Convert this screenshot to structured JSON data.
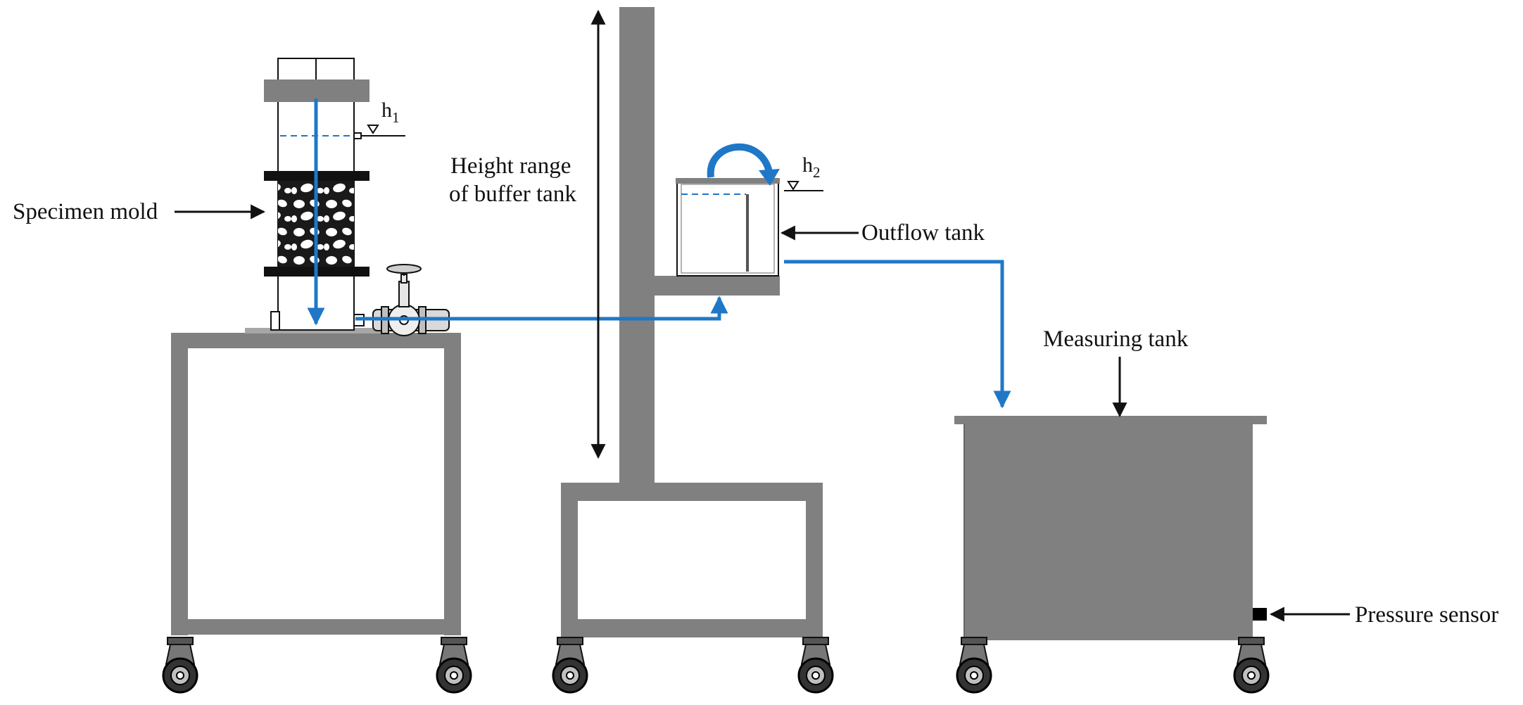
{
  "labels": {
    "specimen_mold": "Specimen mold",
    "height_range_line1": "Height range",
    "height_range_line2": "of buffer tank",
    "outflow_tank": "Outflow tank",
    "measuring_tank": "Measuring tank",
    "pressure_sensor": "Pressure sensor",
    "h1_base": "h",
    "h1_sub": "1",
    "h2_base": "h",
    "h2_sub": "2"
  },
  "colors": {
    "frame": "#808080",
    "flow": "#1f77c8",
    "outline": "#111111",
    "water_level": "#1f77c8",
    "sensor": "#000000"
  },
  "icons": {
    "valve": "gate-valve-icon",
    "wheel": "caster-wheel-icon",
    "water_level_marker": "triangle-down-icon",
    "overflow_arrow": "curved-arrow-icon"
  }
}
